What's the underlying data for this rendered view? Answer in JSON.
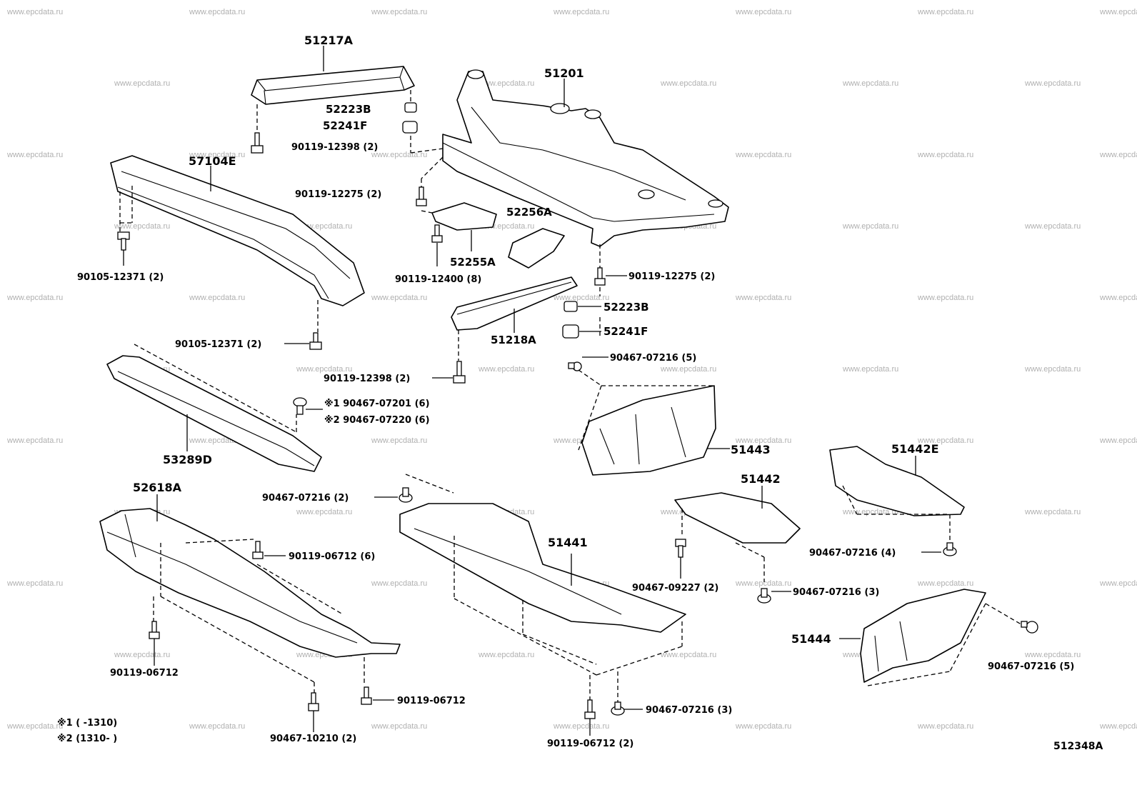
{
  "diagram": {
    "watermark": "www.epcdata.ru",
    "ref_code": "512348A",
    "parts": {
      "p51217A": "51217A",
      "p51201": "51201",
      "p52223B_a": "52223B",
      "p52241F_a": "52241F",
      "p57104E": "57104E",
      "p52256A": "52256A",
      "p52255A": "52255A",
      "p51218A": "51218A",
      "p52223B_b": "52223B",
      "p52241F_b": "52241F",
      "p53289D": "53289D",
      "p51443": "51443",
      "p51442E": "51442E",
      "p51442": "51442",
      "p52618A": "52618A",
      "p51441": "51441",
      "p51444": "51444"
    },
    "fasteners": {
      "f1": "90119-12398 (2)",
      "f2": "90119-12275 (2)",
      "f3": "90105-12371 (2)",
      "f4": "90119-12400 (8)",
      "f5": "90119-12275 (2)",
      "f6": "90105-12371 (2)",
      "f7": "90119-12398 (2)",
      "f8": "90467-07216 (5)",
      "f9": "※1 90467-07201 (6)",
      "f10": "※2 90467-07220 (6)",
      "f11": "90467-07216 (2)",
      "f12": "90119-06712 (6)",
      "f13": "90467-09227 (2)",
      "f14": "90467-07216 (4)",
      "f15": "90467-07216 (3)",
      "f16": "90119-06712",
      "f17": "90119-06712",
      "f18": "90467-07216 (3)",
      "f19": "90467-10210 (2)",
      "f20": "90119-06712 (2)",
      "f21": "90467-07216 (5)"
    },
    "notes": {
      "n1": "※1 (      -1310)",
      "n2": "※2 (1310-      )"
    }
  }
}
